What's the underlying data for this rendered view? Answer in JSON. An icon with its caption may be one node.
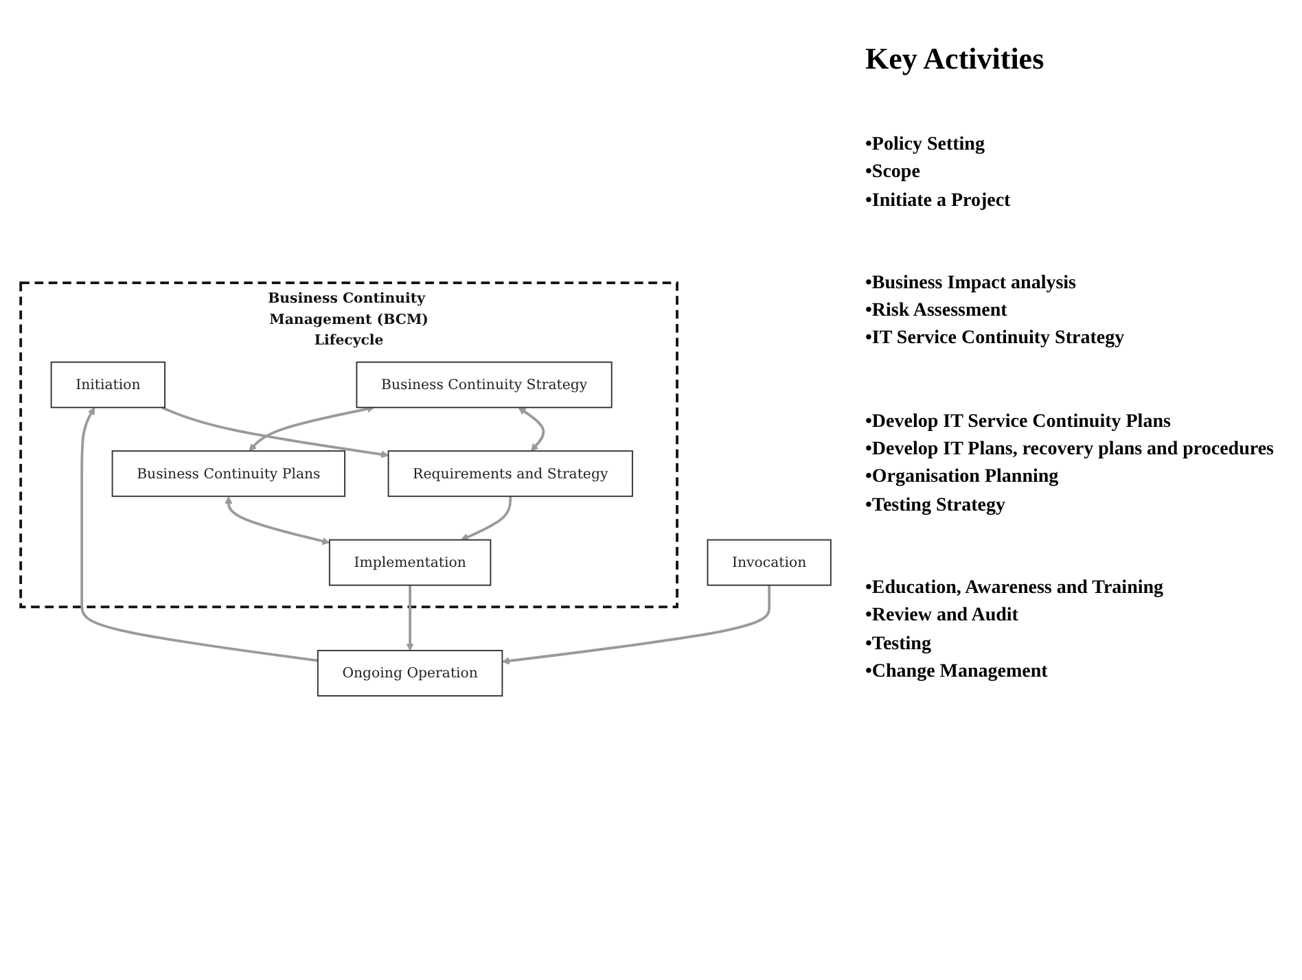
{
  "diagram": {
    "nodes": [
      {
        "text": [
          "Business Continuity Management (BCM)",
          "Lifecycle"
        ]
      },
      {
        "text": [
          "Initiation"
        ],
        "in": 0
      },
      {
        "text": [
          "Business Continuity Strategy"
        ],
        "in": 0
      },
      {
        "text": [
          "Requirements and Strategy"
        ],
        "in": 0
      },
      {
        "text": [
          "Business Continuity Plans"
        ],
        "in": 0
      },
      {
        "text": [
          "Implementation"
        ],
        "in": 0
      },
      {
        "text": [
          "Invocation"
        ]
      },
      {
        "text": [
          "Ongoing Operation"
        ]
      }
    ],
    "edges": [
      {
        "from": 1,
        "to": 3,
        "arrow": "to"
      },
      {
        "from": 2,
        "to": 3,
        "arrow": "both"
      },
      {
        "from": 2,
        "to": 4,
        "arrow": "both"
      },
      {
        "from": 3,
        "to": 5,
        "arrow": "to"
      },
      {
        "from": 4,
        "to": 5,
        "arrow": "both"
      },
      {
        "from": 5,
        "to": 7,
        "arrow": "to"
      },
      {
        "from": 6,
        "to": 7,
        "arrow": "to"
      },
      {
        "from": 7,
        "to": 1,
        "arrow": "to"
      }
    ],
    "labels": [
      "Key Activities",
      "•Policy Setting",
      "•Scope",
      "•Initiate a Project",
      "•Business Impact analysis",
      "•Risk Assessment",
      "•IT Service Continuity Strategy",
      "•Develop IT Service Continuity Plans",
      "•Develop IT Plans, recovery plans and procedures",
      "•Organisation Planning",
      "•Testing Strategy",
      "•Education, Awareness and Training",
      "•Review and Audit",
      "•Testing",
      "•Change Management"
    ]
  }
}
